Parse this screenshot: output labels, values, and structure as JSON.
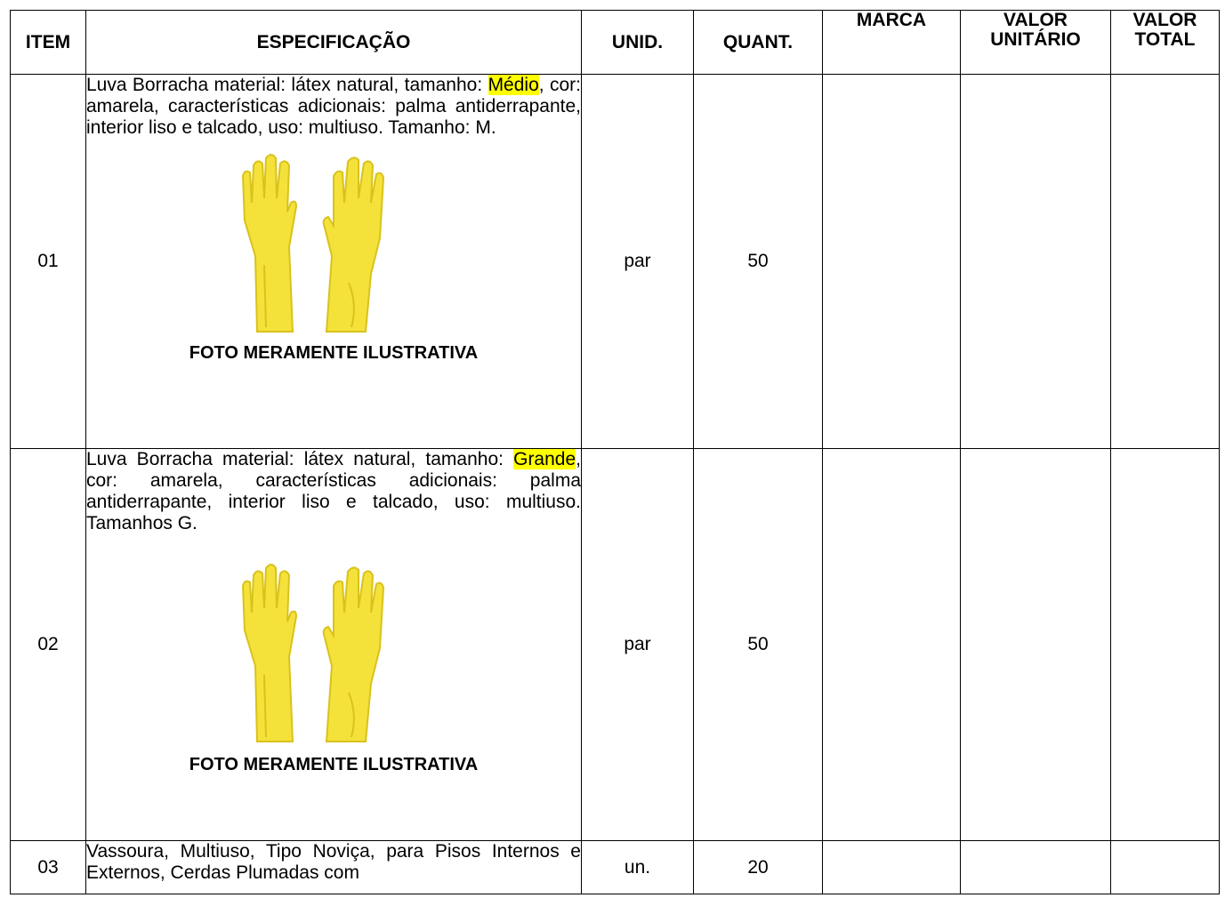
{
  "headers": {
    "item": "ITEM",
    "spec": "ESPECIFICAÇÃO",
    "unid": "UNID.",
    "quant": "QUANT.",
    "marca": "MARCA",
    "valor_unit_1": "VALOR",
    "valor_unit_2": "UNITÁRIO",
    "valor_total_1": "VALOR",
    "valor_total_2": "TOTAL"
  },
  "rows": [
    {
      "item": "01",
      "desc_1": "Luva Borracha material: látex natural, tamanho: ",
      "highlight": "Médio",
      "desc_2": ", cor: amarela, características adicionais: palma antiderrapante, interior liso e talcado, uso: multiuso. Tamanho: M.",
      "photo_icon": "yellow-rubber-gloves-image",
      "caption": "FOTO MERAMENTE ILUSTRATIVA",
      "unid": "par",
      "quant": "50"
    },
    {
      "item": "02",
      "desc_1": "Luva Borracha material: látex natural, tamanho: ",
      "highlight": "Grande",
      "desc_2": ", cor: amarela, características adicionais: palma antiderrapante, interior liso e talcado, uso: multiuso. Tamanhos G.",
      "photo_icon": "yellow-rubber-gloves-image",
      "caption": "FOTO MERAMENTE ILUSTRATIVA",
      "unid": "par",
      "quant": "50"
    },
    {
      "item": "03",
      "desc": "Vassoura, Multiuso, Tipo Noviça, para Pisos Internos e Externos, Cerdas Plumadas com",
      "unid": "un.",
      "quant": "20"
    }
  ],
  "colors": {
    "highlight": "#ffff00",
    "glove": "#f4e23a",
    "glove_shade": "#d9c21c"
  }
}
